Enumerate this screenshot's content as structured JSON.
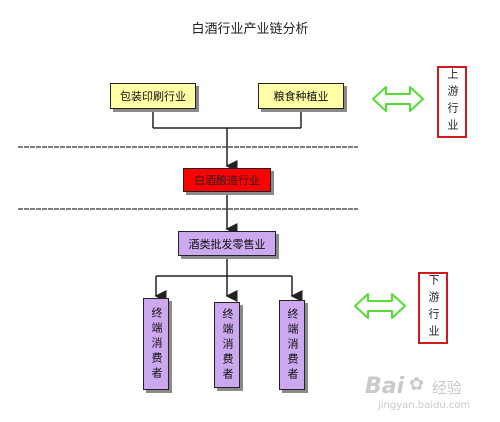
{
  "title": "白酒行业产业链分析",
  "boxes": {
    "packaging": "包装印刷行业",
    "grain": "粮食种植业",
    "brewing": "白酒酿造行业",
    "wholesale": "酒类批发零售业",
    "consumer": "终端消费者"
  },
  "sides": {
    "upstream": "上游行业",
    "downstream": "下游行业"
  },
  "watermark": {
    "brand": "Bai",
    "brand_cn": "经验",
    "url": "jingyan.baidu.com"
  },
  "colors": {
    "yellow": "#ffffa6",
    "red": "#ff0000",
    "purple": "#cca8ee",
    "arrow_green": "#55dd33",
    "border_red": "#d21a1a"
  }
}
